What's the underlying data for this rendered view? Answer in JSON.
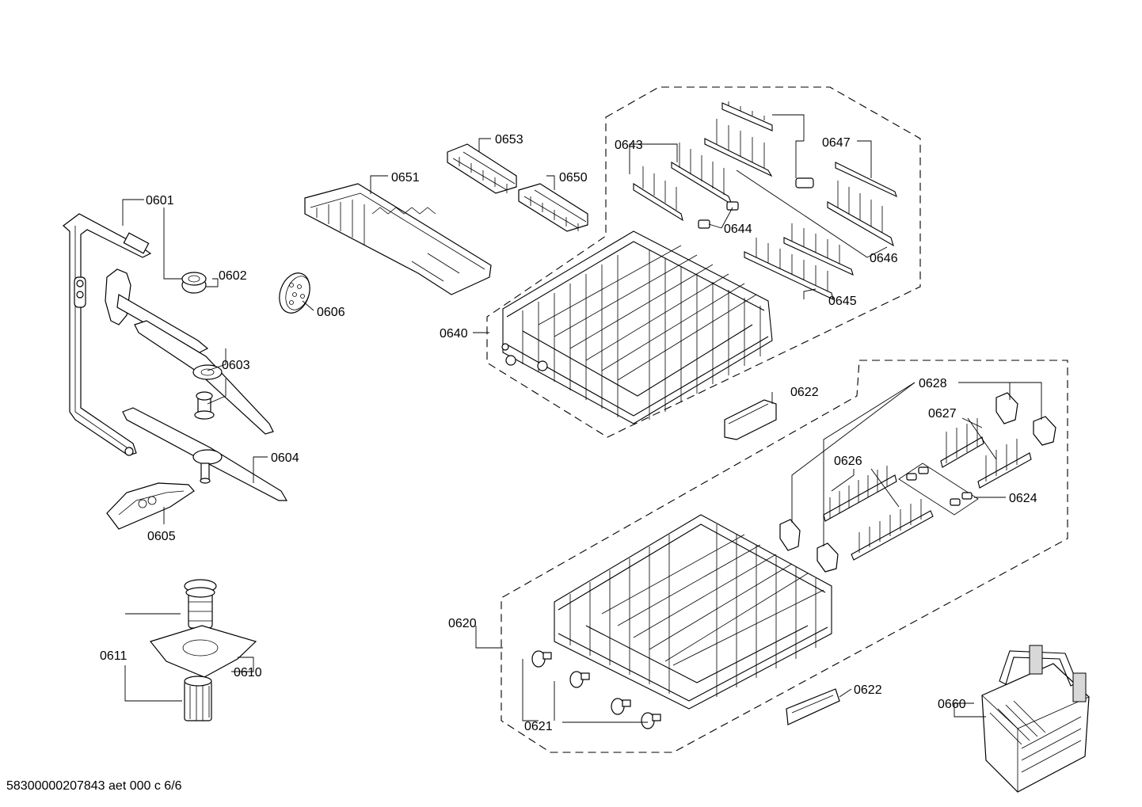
{
  "labels": {
    "p0601": "0601",
    "p0602": "0602",
    "p0603": "0603",
    "p0604": "0604",
    "p0605": "0605",
    "p0606": "0606",
    "p0610": "0610",
    "p0611": "0611",
    "p0620": "0620",
    "p0621": "0621",
    "p0622_upper": "0622",
    "p0622_lower": "0622",
    "p0624": "0624",
    "p0626": "0626",
    "p0627": "0627",
    "p0628": "0628",
    "p0640": "0640",
    "p0643": "0643",
    "p0644": "0644",
    "p0645": "0645",
    "p0646": "0646",
    "p0647": "0647",
    "p0650": "0650",
    "p0651": "0651",
    "p0653": "0653",
    "p0660": "0660"
  },
  "footer": "58300000207843 aet 000 c 6/6"
}
